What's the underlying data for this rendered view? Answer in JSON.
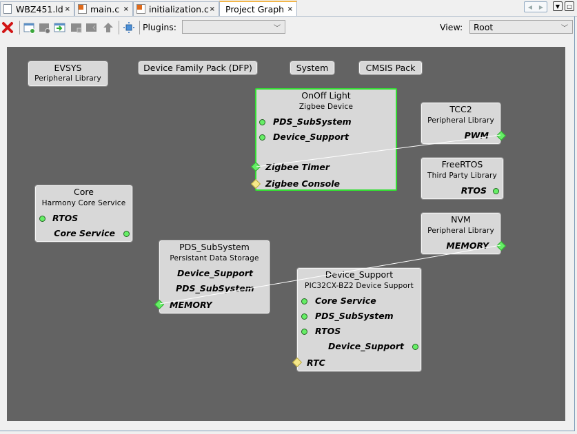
{
  "tabs": [
    {
      "label": "WBZ451.ld",
      "icon": "file-icon",
      "active": false
    },
    {
      "label": "main.c",
      "icon": "c-file-icon",
      "active": false
    },
    {
      "label": "initialization.c",
      "icon": "c-file-icon",
      "active": false
    },
    {
      "label": "Project Graph",
      "icon": null,
      "active": true
    }
  ],
  "tab_close_glyph": "×",
  "window_controls": {
    "prev": "◀",
    "next": "▶",
    "menu": "▼",
    "maximize": "□"
  },
  "toolbar": {
    "buttons": [
      "delete-icon",
      "add-container-icon",
      "remove-container-icon",
      "move-into-container-icon",
      "container-icon",
      "move-out-container-icon",
      "up-arrow-icon",
      "fit-view-icon"
    ],
    "plugins_label": "Plugins:",
    "plugins_value": "",
    "view_label": "View:",
    "view_value": "Root",
    "chevron": "﹀"
  },
  "graph": {
    "simple_nodes": [
      {
        "id": "evsys",
        "title": "EVSYS",
        "subtitle": "Peripheral Library"
      },
      {
        "id": "dfp",
        "title": "Device Family Pack (DFP)"
      },
      {
        "id": "system",
        "title": "System"
      },
      {
        "id": "cmsis",
        "title": "CMSIS Pack"
      }
    ],
    "onoff": {
      "title": "OnOff Light",
      "subtitle": "Zigbee Device",
      "ports": [
        "PDS_SubSystem",
        "Device_Support",
        "Zigbee Timer",
        "Zigbee Console"
      ]
    },
    "tcc2": {
      "title": "TCC2",
      "subtitle": "Peripheral Library",
      "ports": [
        "PWM"
      ]
    },
    "freertos": {
      "title": "FreeRTOS",
      "subtitle": "Third Party Library",
      "ports": [
        "RTOS"
      ]
    },
    "core": {
      "title": "Core",
      "subtitle": "Harmony Core Service",
      "ports": [
        "RTOS",
        "Core Service"
      ]
    },
    "nvm": {
      "title": "NVM",
      "subtitle": "Peripheral Library",
      "ports": [
        "MEMORY"
      ]
    },
    "pds": {
      "title": "PDS_SubSystem",
      "subtitle": "Persistant Data Storage",
      "ports": [
        "Device_Support",
        "PDS_SubSystem",
        "MEMORY"
      ]
    },
    "devsup": {
      "title": "Device_Support",
      "subtitle": "PIC32CX-BZ2 Device Support",
      "ports": [
        "Core Service",
        "PDS_SubSystem",
        "RTOS",
        "Device_Support",
        "RTC"
      ]
    },
    "connections": [
      {
        "from": "TCC2.PWM",
        "to": "OnOff Light.Zigbee Timer"
      },
      {
        "from": "NVM.MEMORY",
        "to": "PDS_SubSystem.MEMORY"
      }
    ]
  }
}
